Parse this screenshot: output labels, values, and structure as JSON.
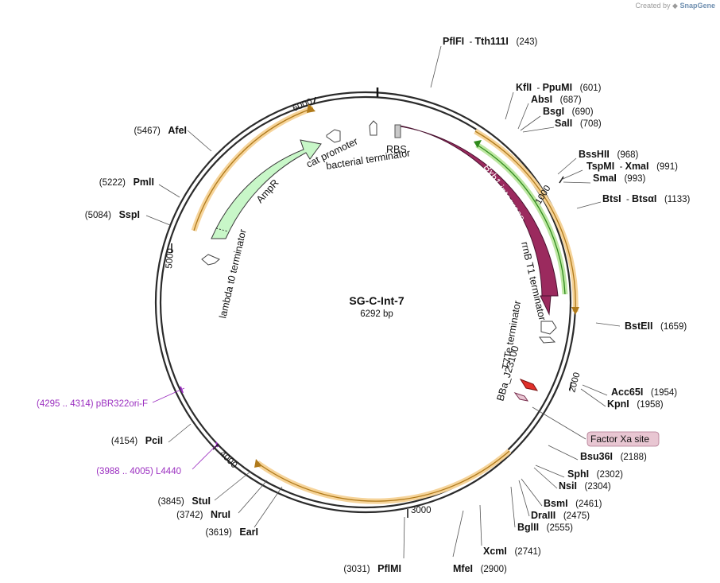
{
  "credit": {
    "prefix": "Created by",
    "brand": "SnapGene"
  },
  "plasmid": {
    "name": "SG-C-Int-7",
    "length_label": "6292 bp",
    "length_bp": 6292
  },
  "ticks": [
    {
      "bp": 1000,
      "label": "1000"
    },
    {
      "bp": 2000,
      "label": "2000"
    },
    {
      "bp": 3000,
      "label": "3000"
    },
    {
      "bp": 4000,
      "label": "4000"
    },
    {
      "bp": 5000,
      "label": "5000"
    },
    {
      "bp": 6000,
      "label": "6000"
    }
  ],
  "sites": [
    {
      "parts": [
        {
          "t": "PflFI",
          "b": true
        },
        {
          "t": "  - ",
          "b": false
        },
        {
          "t": "Tth111I",
          "b": true
        },
        {
          "t": "   (243)",
          "b": false
        }
      ]
    },
    {
      "parts": [
        {
          "t": "KflI",
          "b": true
        },
        {
          "t": "  - ",
          "b": false
        },
        {
          "t": "PpuMI",
          "b": true
        },
        {
          "t": "   (601)",
          "b": false
        }
      ]
    },
    {
      "parts": [
        {
          "t": "AbsI",
          "b": true
        },
        {
          "t": "   (687)",
          "b": false
        }
      ]
    },
    {
      "parts": [
        {
          "t": "BsgI",
          "b": true
        },
        {
          "t": "   (690)",
          "b": false
        }
      ]
    },
    {
      "parts": [
        {
          "t": "SalI",
          "b": true
        },
        {
          "t": "   (708)",
          "b": false
        }
      ]
    },
    {
      "parts": [
        {
          "t": "BssHII",
          "b": true
        },
        {
          "t": "   (968)",
          "b": false
        }
      ]
    },
    {
      "parts": [
        {
          "t": "TspMI",
          "b": true
        },
        {
          "t": "  - ",
          "b": false
        },
        {
          "t": "XmaI",
          "b": true
        },
        {
          "t": "   (991)",
          "b": false
        }
      ]
    },
    {
      "parts": [
        {
          "t": "SmaI",
          "b": true
        },
        {
          "t": "   (993)",
          "b": false
        }
      ]
    },
    {
      "parts": [
        {
          "t": "BtsI",
          "b": true
        },
        {
          "t": "  - ",
          "b": false
        },
        {
          "t": "BtsαI",
          "b": true
        },
        {
          "t": "   (1133)",
          "b": false
        }
      ]
    },
    {
      "parts": [
        {
          "t": "BstEII",
          "b": true
        },
        {
          "t": "   (1659)",
          "b": false
        }
      ]
    },
    {
      "parts": [
        {
          "t": "Acc65I",
          "b": true
        },
        {
          "t": "   (1954)",
          "b": false
        }
      ]
    },
    {
      "parts": [
        {
          "t": "KpnI",
          "b": true
        },
        {
          "t": "   (1958)",
          "b": false
        }
      ]
    },
    {
      "parts": [
        {
          "t": "Factor Xa site",
          "b": false
        }
      ],
      "boxed": true
    },
    {
      "parts": [
        {
          "t": "Bsu36I",
          "b": true
        },
        {
          "t": "   (2188)",
          "b": false
        }
      ]
    },
    {
      "parts": [
        {
          "t": "SphI",
          "b": true
        },
        {
          "t": "   (2302)",
          "b": false
        }
      ]
    },
    {
      "parts": [
        {
          "t": "NsiI",
          "b": true
        },
        {
          "t": "   (2304)",
          "b": false
        }
      ]
    },
    {
      "parts": [
        {
          "t": "BsmI",
          "b": true
        },
        {
          "t": "   (2461)",
          "b": false
        }
      ]
    },
    {
      "parts": [
        {
          "t": "DraIII",
          "b": true
        },
        {
          "t": "   (2475)",
          "b": false
        }
      ]
    },
    {
      "parts": [
        {
          "t": "BglII",
          "b": true
        },
        {
          "t": "   (2555)",
          "b": false
        }
      ]
    },
    {
      "parts": [
        {
          "t": "XcmI",
          "b": true
        },
        {
          "t": "   (2741)",
          "b": false
        }
      ]
    },
    {
      "parts": [
        {
          "t": "MfeI",
          "b": true
        },
        {
          "t": "   (2900)",
          "b": false
        }
      ]
    },
    {
      "parts": [
        {
          "t": "(3031)   ",
          "b": false
        },
        {
          "t": "PflMI",
          "b": true
        }
      ]
    },
    {
      "parts": [
        {
          "t": "(3619)   ",
          "b": false
        },
        {
          "t": "EarI",
          "b": true
        }
      ]
    },
    {
      "parts": [
        {
          "t": "(3742)   ",
          "b": false
        },
        {
          "t": "NruI",
          "b": true
        }
      ]
    },
    {
      "parts": [
        {
          "t": "(3845)   ",
          "b": false
        },
        {
          "t": "StuI",
          "b": true
        }
      ]
    },
    {
      "parts": [
        {
          "t": "(4154)   ",
          "b": false
        },
        {
          "t": "PciI",
          "b": true
        }
      ]
    },
    {
      "parts": [
        {
          "t": "(5084)   ",
          "b": false
        },
        {
          "t": "SspI",
          "b": true
        }
      ]
    },
    {
      "parts": [
        {
          "t": "(5222)   ",
          "b": false
        },
        {
          "t": "PmlI",
          "b": true
        }
      ]
    },
    {
      "parts": [
        {
          "t": "(5467)   ",
          "b": false
        },
        {
          "t": "AfeI",
          "b": true
        }
      ]
    }
  ],
  "primers": [
    {
      "label": "(4295 .. 4314)   pBR322ori-F"
    },
    {
      "label": "(3988 .. 4005)   L4440"
    }
  ],
  "features": [
    {
      "label": "RBS"
    },
    {
      "label": "bacterial terminator"
    },
    {
      "label": "cat promoter"
    },
    {
      "label": "AmpR"
    },
    {
      "label": "lambda t0 terminator"
    },
    {
      "label": "Bxb1 integrase"
    },
    {
      "label": "rrnB T1 terminator"
    },
    {
      "label": "T7Te terminator"
    },
    {
      "label": "BBa_J23100"
    }
  ],
  "colors": {
    "backbone": "#2b2b2b",
    "ampr_fill": "#c8f7c8",
    "integrase_fill": "#9b2a5e",
    "orf_orange": "#f0a22a",
    "orf_green": "#4caf2a",
    "promoter_red": "#e0302a",
    "primer": "#9b2fc0",
    "factor_xa_fill": "#e8c6d2"
  }
}
